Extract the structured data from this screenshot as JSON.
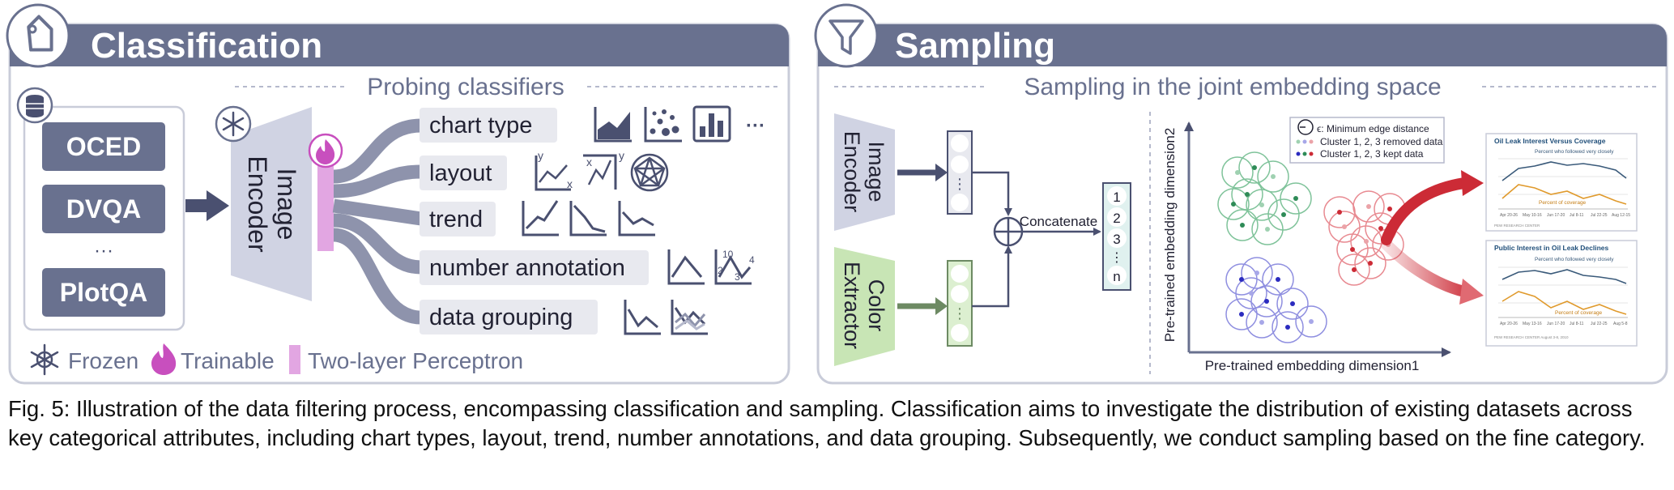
{
  "classification": {
    "title": "Classification",
    "probing_title": "Probing classifiers",
    "datasets": [
      "OCED",
      "DVQA",
      "···",
      "PlotQA"
    ],
    "encoder_label": [
      "Image",
      "Encoder"
    ],
    "attributes": [
      "chart type",
      "layout",
      "trend",
      "number annotation",
      "data grouping"
    ],
    "chart_type_more": "···",
    "legend": {
      "frozen": "Frozen",
      "trainable": "Trainable",
      "mlp": "Two-layer Perceptron"
    },
    "icon_text": {
      "axis_y": "y",
      "axis_x": "x",
      "num_10": "10",
      "num_2": "2",
      "num_3": "3",
      "num_4": "4"
    }
  },
  "sampling": {
    "title": "Sampling",
    "subtitle": "Sampling in the joint embedding space",
    "image_encoder_label": [
      "Image",
      "Encoder"
    ],
    "color_extractor_label": [
      "Color",
      "Extractor"
    ],
    "concatenate_label": "Concatenate",
    "vector_cells": [
      "1",
      "2",
      "3",
      "⋮",
      "n"
    ],
    "axis_x_label": "Pre-trained embedding dimension1",
    "axis_y_label": "Pre-trained embedding dimension2",
    "legend": {
      "epsilon": "ϵ: Minimum edge distance",
      "removed": "Cluster 1, 2, 3 removed data",
      "kept": "Cluster 1, 2, 3 kept data"
    },
    "thumbnails": [
      {
        "title": "Oil Leak Interest Versus Coverage",
        "line1": "Percent who followed very closely",
        "line2": "Percent of coverage",
        "footer": "PEW RESEARCH CENTER",
        "xticks": [
          "Apr 20-26",
          "May 10-16",
          "Jun 17-20",
          "Jul 8-11",
          "Jul 22-25",
          "Aug 12-15"
        ]
      },
      {
        "title": "Public Interest in Oil Leak Declines",
        "line1": "Percent who followed very closely",
        "line2": "Percent of coverage",
        "footer": "PEW RESEARCH CENTER August 3-8, 2010",
        "xticks": [
          "Apr 20-26",
          "May 13-16",
          "Jun 17-20",
          "Jul 8-11",
          "Jul 22-25",
          "Aug 5-8"
        ]
      }
    ],
    "colors": {
      "green": "#2e8b57",
      "blue": "#2b2bbf",
      "red": "#cc2b36"
    }
  },
  "caption": "Fig. 5: Illustration of the data filtering process, encompassing classification and sampling. Classification aims to investigate the distribution of existing datasets across key categorical attributes, including chart types, layout, trend, number annotations, and data grouping. Subsequently, we conduct sampling based on the fine category.",
  "colors": {
    "header": "#69718f",
    "dark": "#4a5070",
    "mid": "#8e93ac",
    "encoder": "#d0d3e3",
    "perceptron": "#e2a6e2",
    "flame": "#c84fbe",
    "color_extractor": "#c8e5b5",
    "panel_border": "#c9ccd9"
  }
}
